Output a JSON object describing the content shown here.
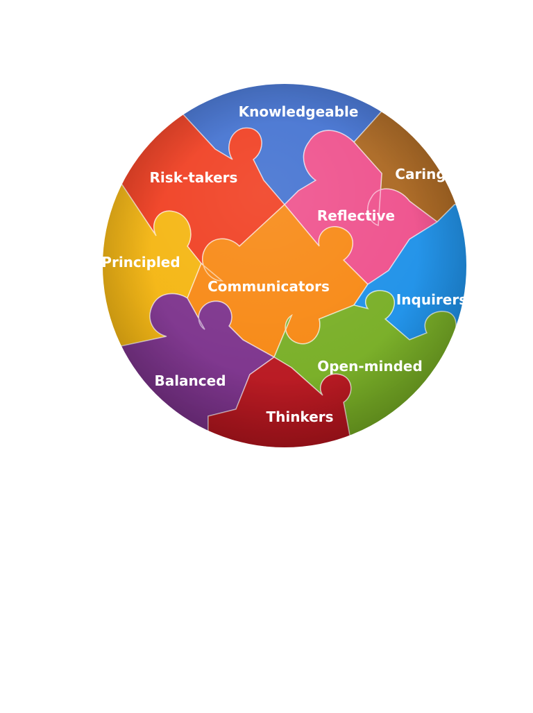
{
  "puzzle": {
    "pieces": [
      {
        "id": "knowledgeable",
        "label": "Knowledgeable",
        "color": "#3f6fd0"
      },
      {
        "id": "caring",
        "label": "Caring",
        "color": "#a9641c"
      },
      {
        "id": "risk-takers",
        "label": "Risk-takers",
        "color": "#f03a1c"
      },
      {
        "id": "reflective",
        "label": "Reflective",
        "color": "#ee4d8a"
      },
      {
        "id": "principled",
        "label": "Principled",
        "color": "#f4b40c"
      },
      {
        "id": "communicators",
        "label": "Communicators",
        "color": "#f7860f"
      },
      {
        "id": "inquirers",
        "label": "Inquirers",
        "color": "#1a8fe8"
      },
      {
        "id": "balanced",
        "label": "Balanced",
        "color": "#7a2f8a"
      },
      {
        "id": "open-minded",
        "label": "Open-minded",
        "color": "#76ad22"
      },
      {
        "id": "thinkers",
        "label": "Thinkers",
        "color": "#b7131c"
      }
    ]
  }
}
